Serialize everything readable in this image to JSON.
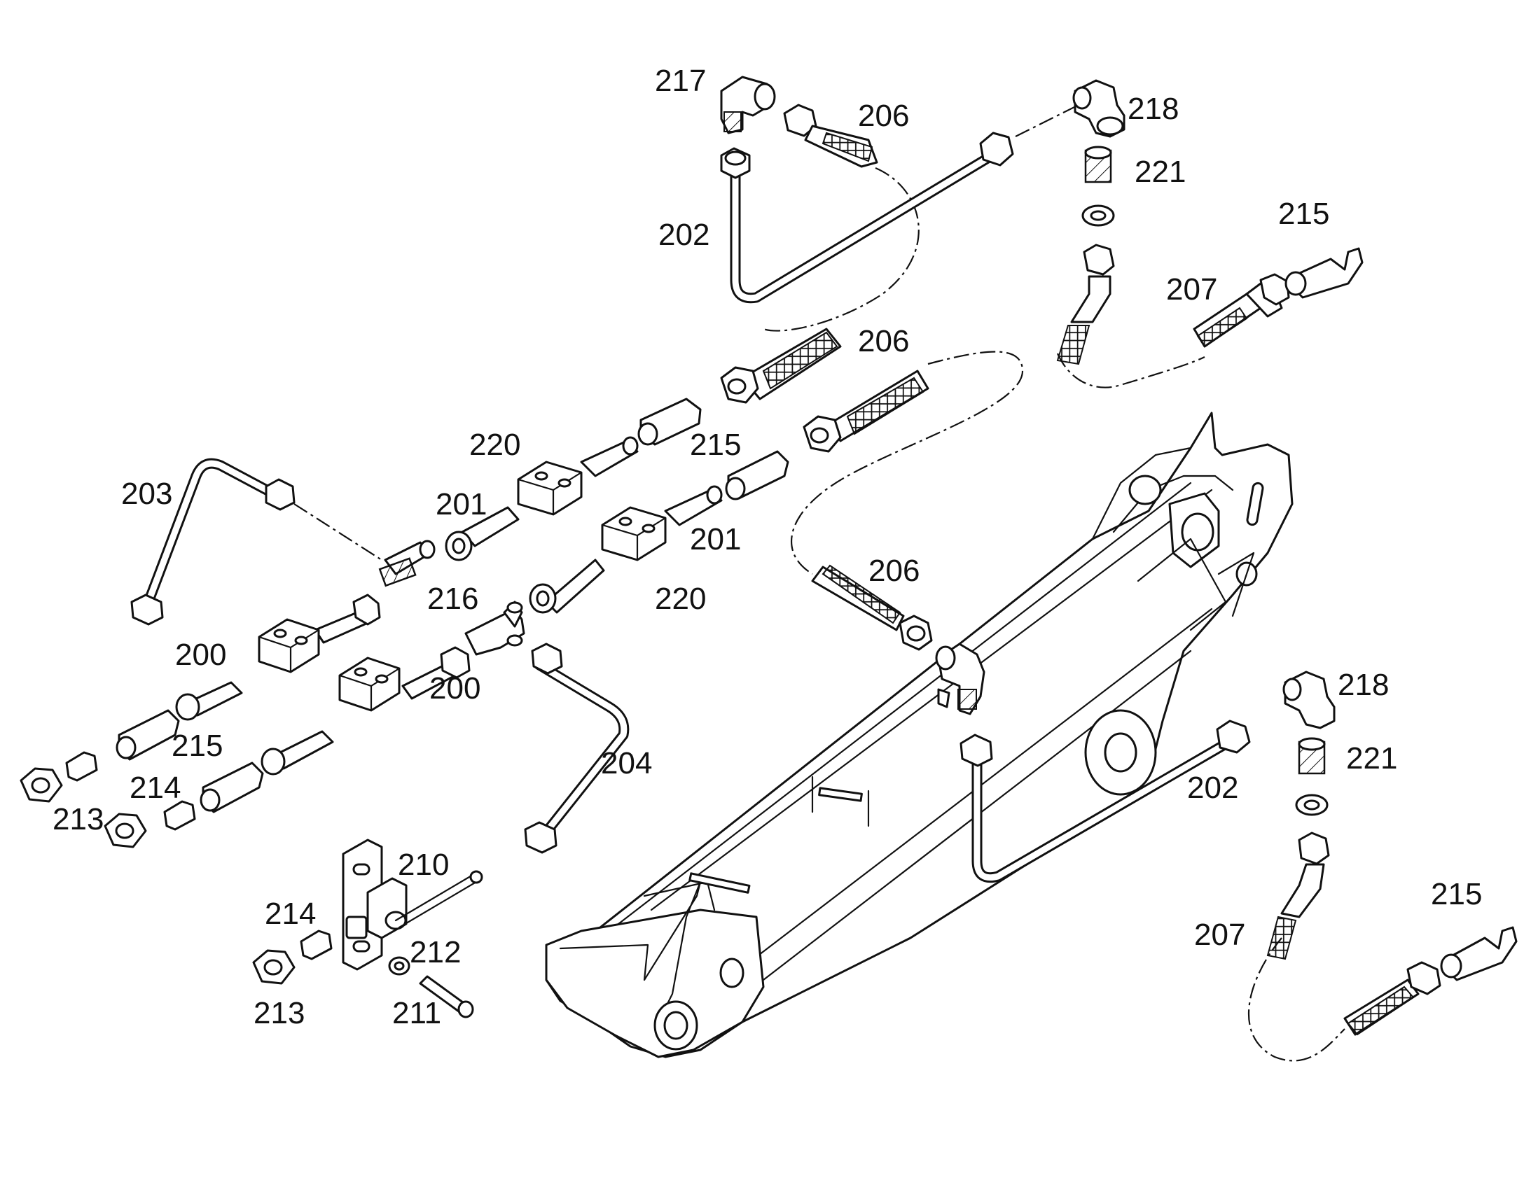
{
  "callouts": [
    {
      "id": "c217",
      "text": "217"
    },
    {
      "id": "c206a",
      "text": "206"
    },
    {
      "id": "c218a",
      "text": "218"
    },
    {
      "id": "c221a",
      "text": "221"
    },
    {
      "id": "c202a",
      "text": "202"
    },
    {
      "id": "c215a",
      "text": "215"
    },
    {
      "id": "c207a",
      "text": "207"
    },
    {
      "id": "c206b",
      "text": "206"
    },
    {
      "id": "c220a",
      "text": "220"
    },
    {
      "id": "c215b",
      "text": "215"
    },
    {
      "id": "c203",
      "text": "203"
    },
    {
      "id": "c201a",
      "text": "201"
    },
    {
      "id": "c201b",
      "text": "201"
    },
    {
      "id": "c206c",
      "text": "206"
    },
    {
      "id": "c216",
      "text": "216"
    },
    {
      "id": "c220b",
      "text": "220"
    },
    {
      "id": "c200a",
      "text": "200"
    },
    {
      "id": "c200b",
      "text": "200"
    },
    {
      "id": "c218b",
      "text": "218"
    },
    {
      "id": "c215c",
      "text": "215"
    },
    {
      "id": "c221b",
      "text": "221"
    },
    {
      "id": "c214a",
      "text": "214"
    },
    {
      "id": "c204",
      "text": "204"
    },
    {
      "id": "c202b",
      "text": "202"
    },
    {
      "id": "c213a",
      "text": "213"
    },
    {
      "id": "c210",
      "text": "210"
    },
    {
      "id": "c214b",
      "text": "214"
    },
    {
      "id": "c212",
      "text": "212"
    },
    {
      "id": "c207b",
      "text": "207"
    },
    {
      "id": "c215d",
      "text": "215"
    },
    {
      "id": "c213b",
      "text": "213"
    },
    {
      "id": "c211",
      "text": "211"
    }
  ]
}
